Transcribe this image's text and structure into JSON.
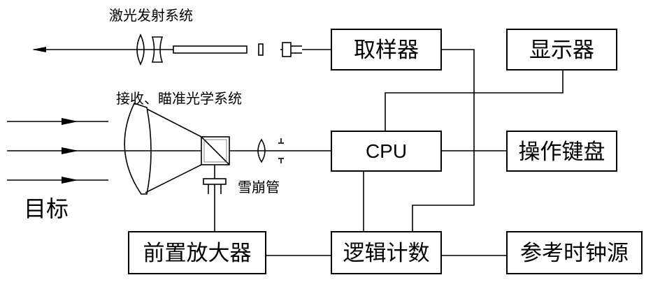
{
  "labels": {
    "laser_emitter": "激光发射系统",
    "receiver_optics": "接收、瞄准光学系统",
    "avalanche_tube": "雪崩管",
    "target": "目标"
  },
  "boxes": {
    "sampler": "取样器",
    "display": "显示器",
    "cpu": "CPU",
    "keyboard": "操作键盘",
    "preamp": "前置放大器",
    "logic_counter": "逻辑计数",
    "reference_clock": "参考时钟源"
  },
  "colors": {
    "stroke": "#000000",
    "background": "#ffffff"
  }
}
